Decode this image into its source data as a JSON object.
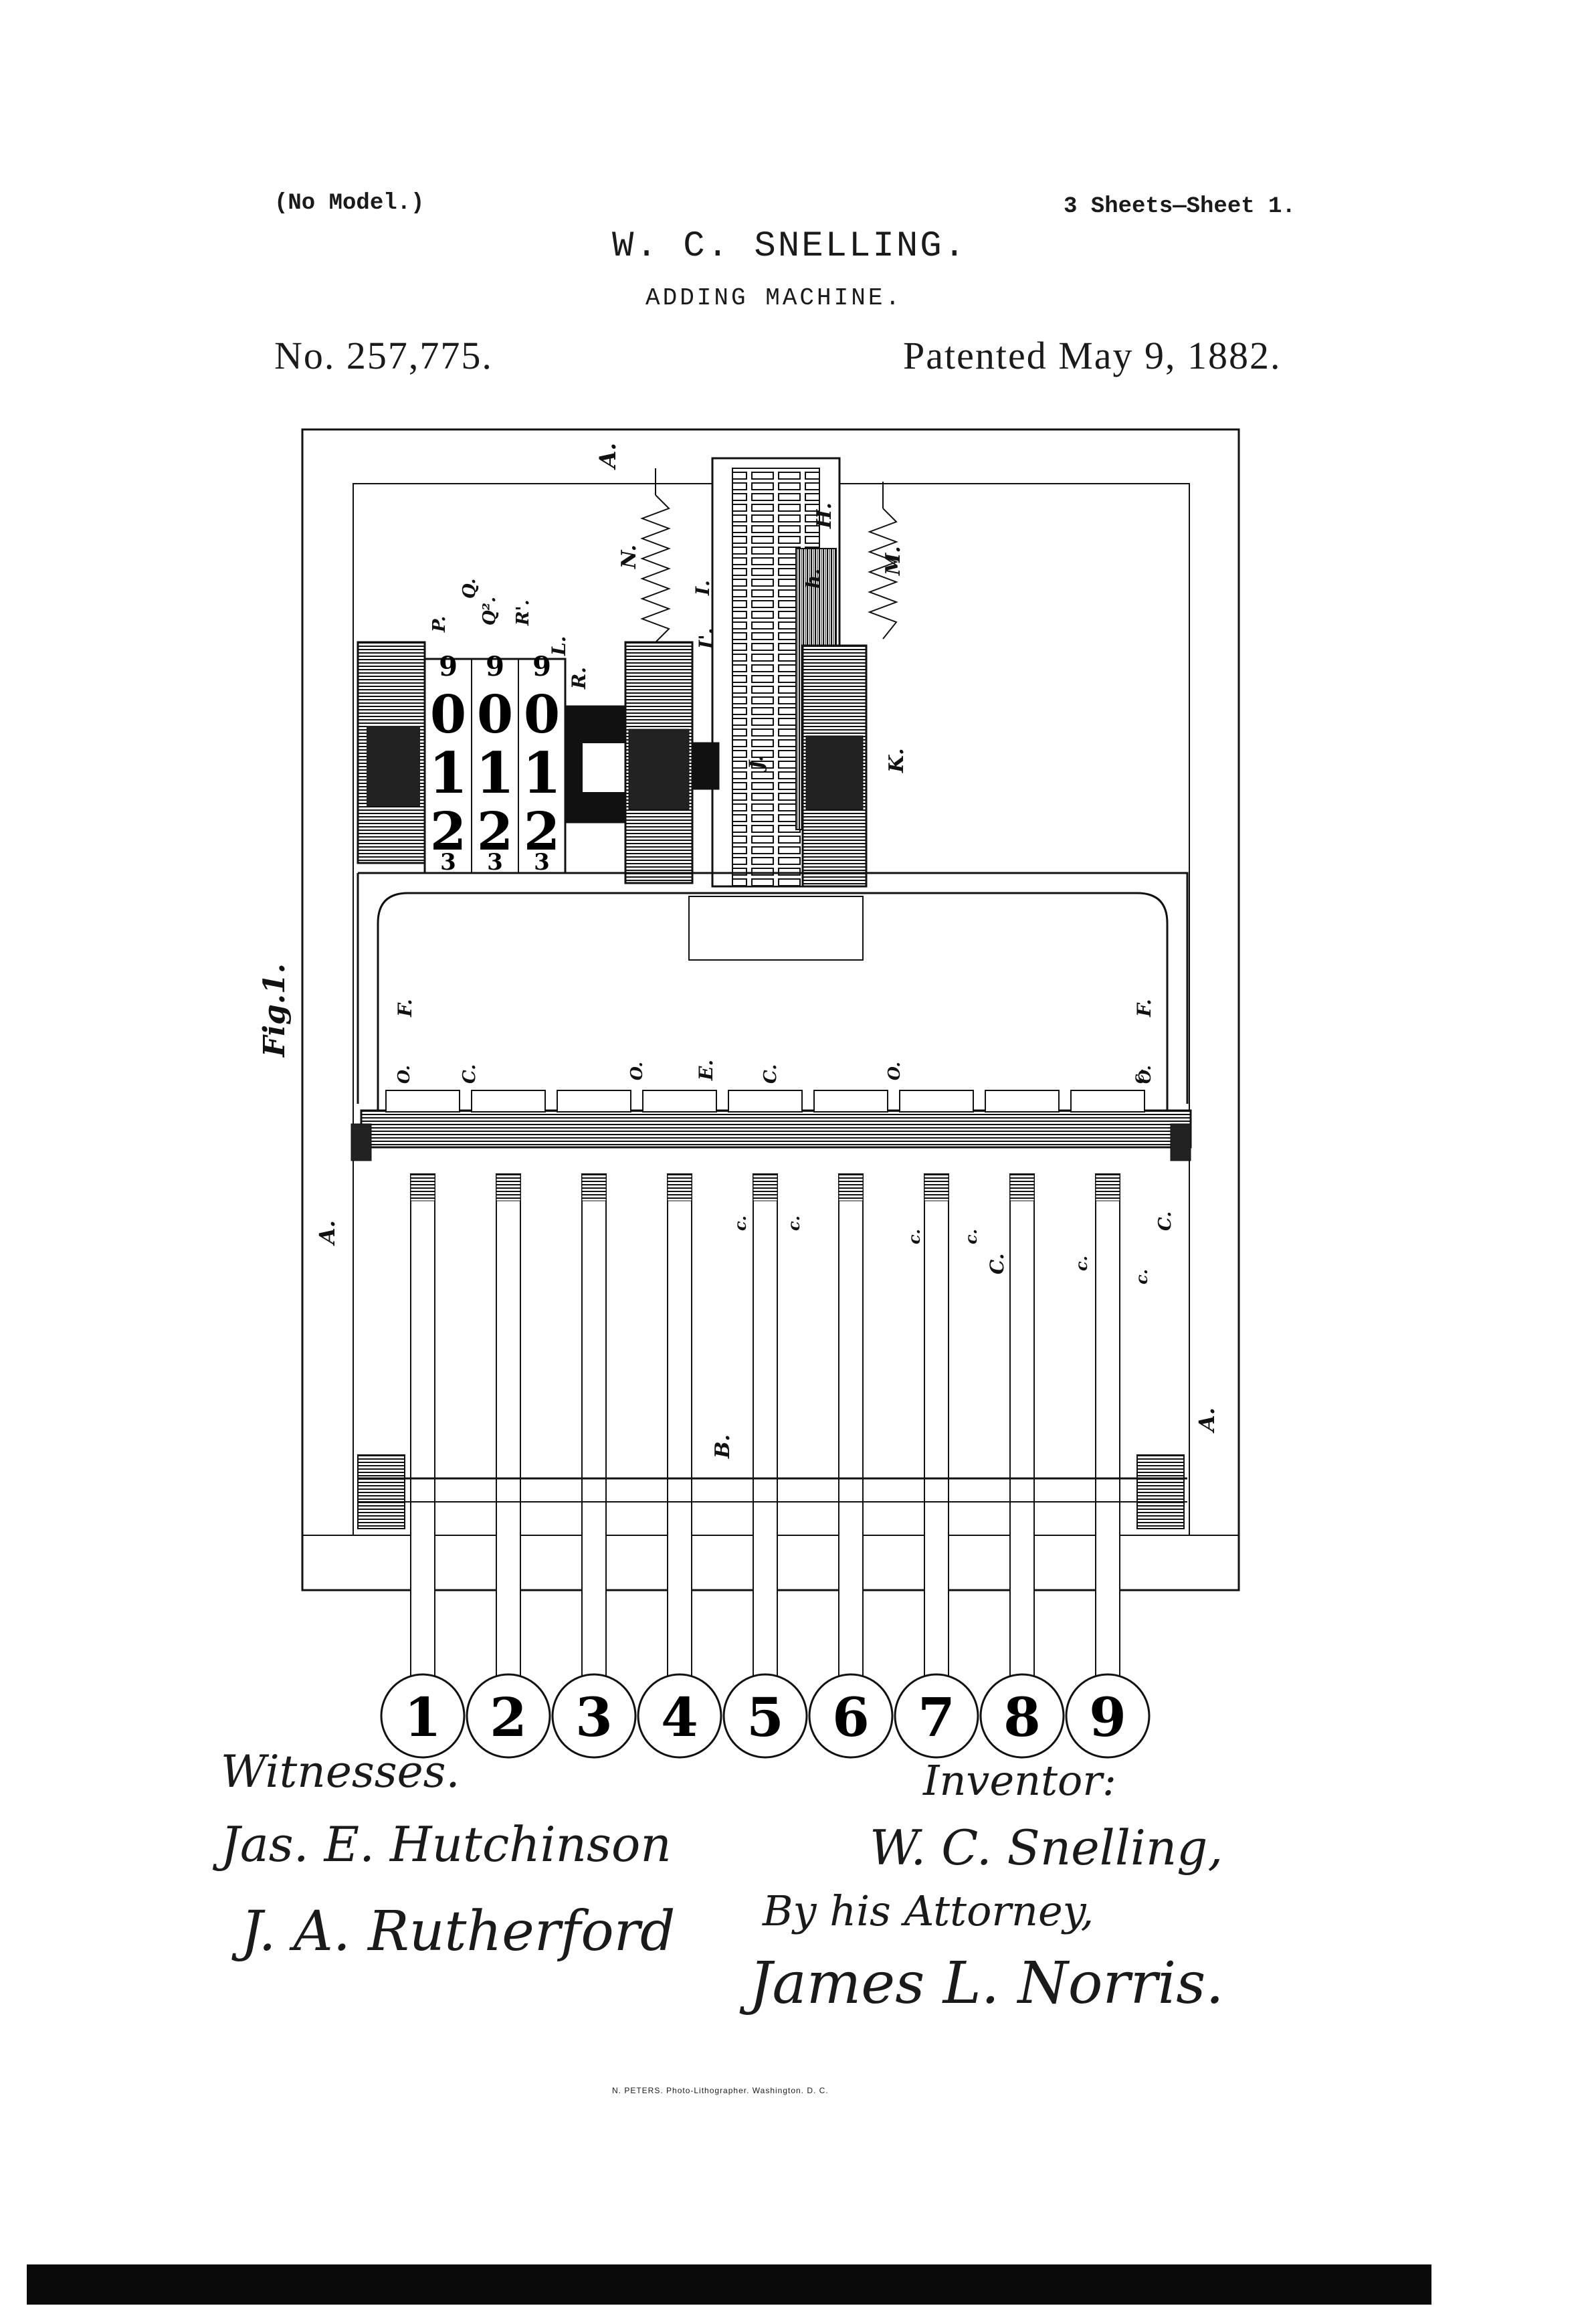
{
  "header": {
    "no_model": "(No Model.)",
    "sheets": "3 Sheets—Sheet 1.",
    "inventor_name": "W. C. SNELLING.",
    "title": "ADDING MACHINE.",
    "patent_number": "No. 257,775.",
    "patented_date": "Patented May 9, 1882."
  },
  "figure": {
    "label": "Fig.1.",
    "keys": [
      "1",
      "2",
      "3",
      "4",
      "5",
      "6",
      "7",
      "8",
      "9"
    ],
    "wheel_columns": [
      [
        "9",
        "0",
        "1",
        "2",
        "3"
      ],
      [
        "9",
        "0",
        "1",
        "2",
        "3"
      ],
      [
        "9",
        "0",
        "1",
        "2",
        "3"
      ]
    ],
    "letters": {
      "a_top": "A.",
      "a_left": "A.",
      "a_right": "A.",
      "n": "N.",
      "m": "M.",
      "h": "H.",
      "h_small": "h.",
      "i_letter": "I.",
      "i_prime": "I'.",
      "j": "J.",
      "k": "K.",
      "l": "L.",
      "r": "R.",
      "r_prime": "R'.",
      "p": "P.",
      "q": "Q.",
      "q2": "Q².",
      "f_left": "F.",
      "f_right": "F.",
      "e": "E.",
      "b": "B.",
      "o": "O.",
      "c_cap": "C.",
      "c_small": "c."
    }
  },
  "signatures": {
    "witnesses_label": "Witnesses.",
    "witness1": "Jas. E. Hutchinson",
    "witness2": "J. A. Rutherford",
    "inventor_label": "Inventor:",
    "inventor_sig": "W. C. Snelling,",
    "by_attorney": "By his Attorney,",
    "attorney_sig": "James L. Norris."
  },
  "footer": {
    "credit": "N. PETERS. Photo-Lithographer. Washington. D. C."
  }
}
